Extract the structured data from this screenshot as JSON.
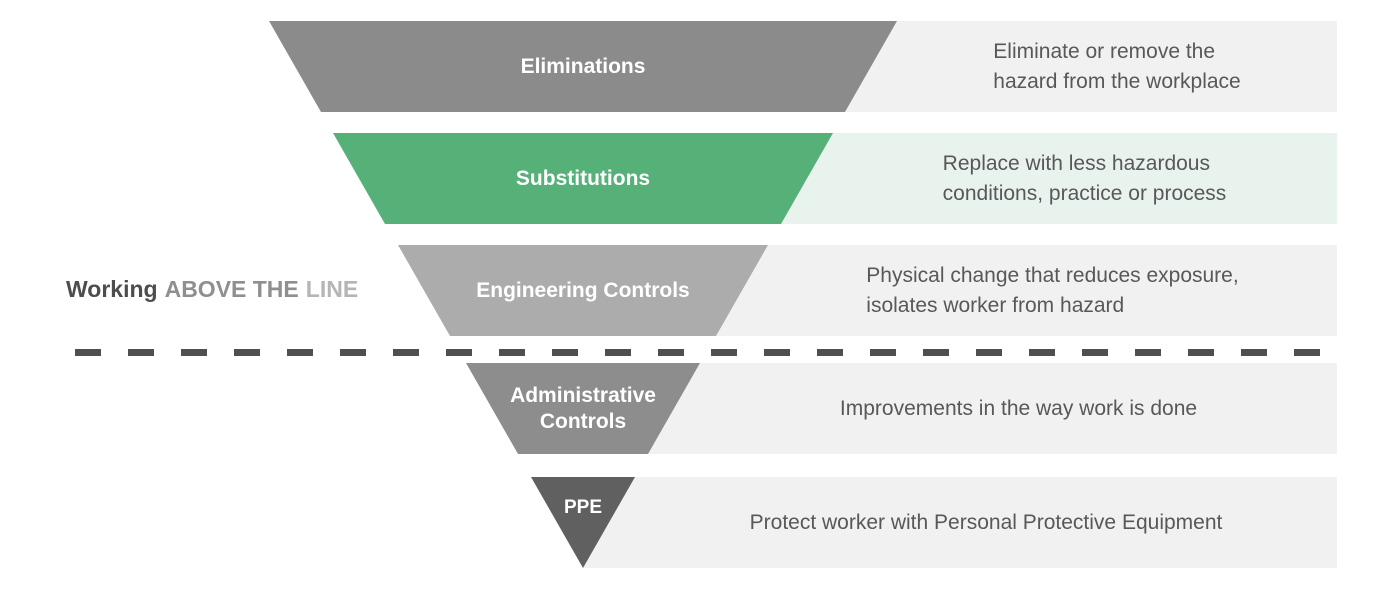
{
  "annotation": {
    "working": "Working",
    "above_the": "ABOVE THE",
    "line": "LINE"
  },
  "colors": {
    "dash": "#4f4f4f",
    "working": "#4d4d4f",
    "above_the": "#8f8f91",
    "line": "#b5b5b7"
  },
  "levels": [
    {
      "label": "Eliminations",
      "description": "Eliminate or remove the\nhazard from the workplace",
      "shape_color": "#8b8b8b",
      "band_color": "#f1f1f1"
    },
    {
      "label": "Substitutions",
      "description": "Replace with less hazardous\nconditions, practice or process",
      "shape_color": "#56b179",
      "band_color": "#e9f3ee"
    },
    {
      "label": "Engineering Controls",
      "description": "Physical change that reduces exposure,\nisolates worker from hazard",
      "shape_color": "#acacac",
      "band_color": "#f1f1f1"
    },
    {
      "label": "Administrative Controls",
      "description": "Improvements in the way work is done",
      "shape_color": "#8d8d8d",
      "band_color": "#f1f1f1"
    },
    {
      "label": "PPE",
      "description": "Protect worker with Personal Protective Equipment",
      "shape_color": "#606060",
      "band_color": "#f1f1f1"
    }
  ]
}
